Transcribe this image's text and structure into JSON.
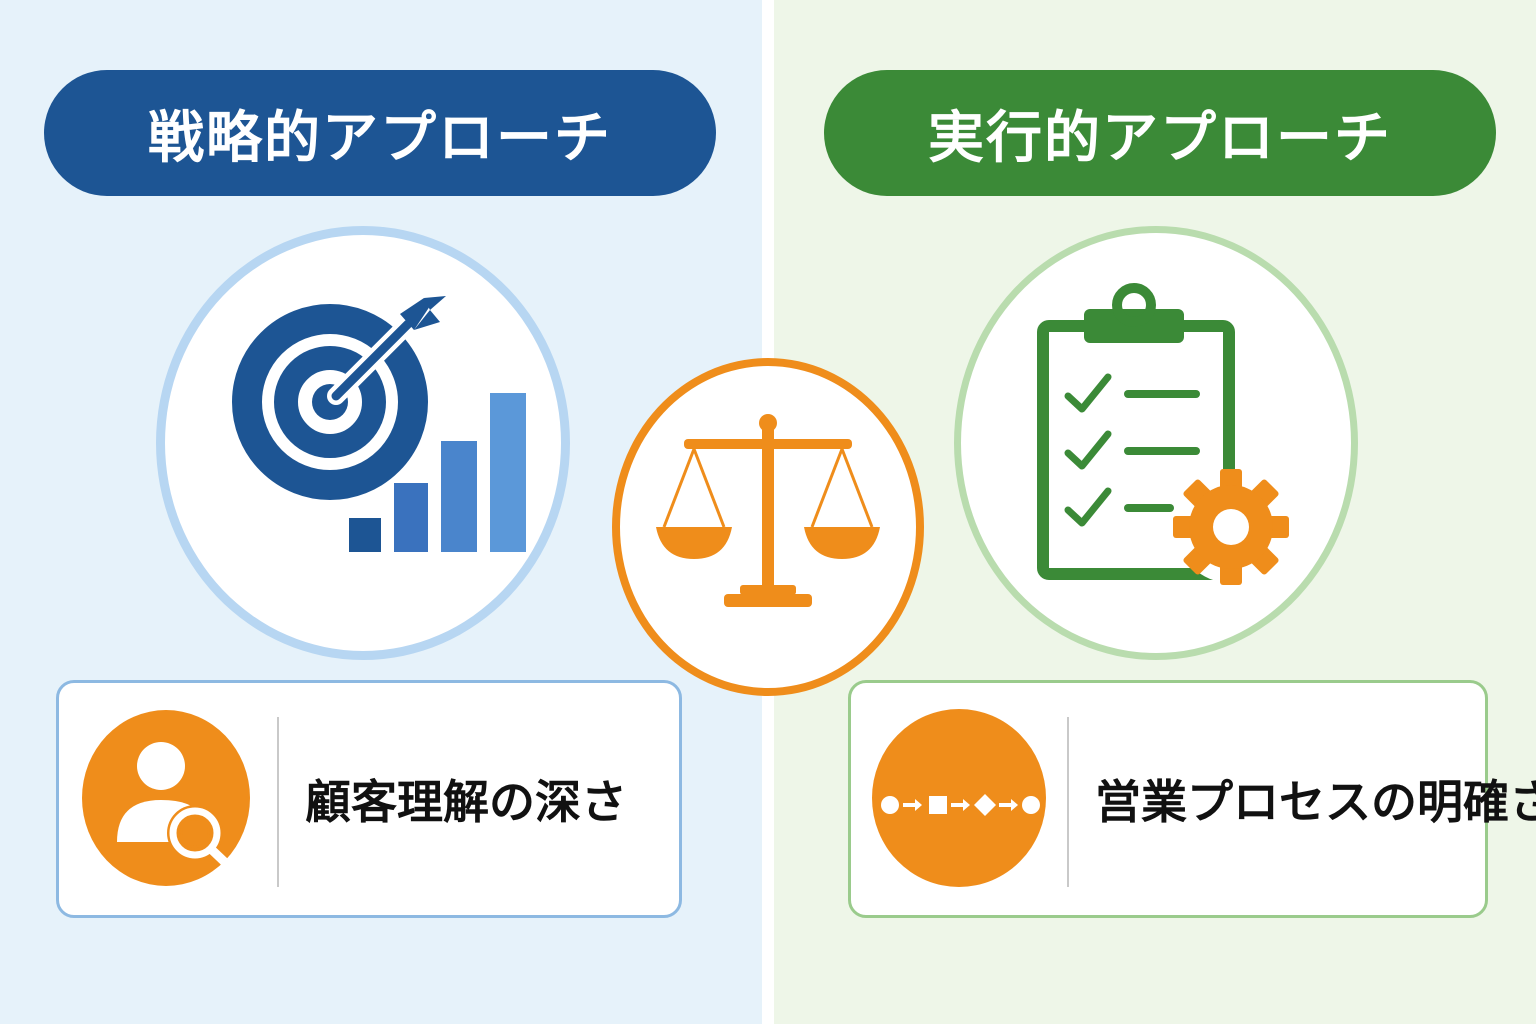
{
  "colors": {
    "left_background": "#e6f2fa",
    "right_background": "#eef6e8",
    "strategic_blue": "#1d5594",
    "execution_green": "#3b8a37",
    "accent_orange": "#ef8d1b",
    "left_circle_border": "#b7d6f2",
    "right_circle_border": "#b9dcae",
    "left_card_border": "#8db9e2",
    "right_card_border": "#9acb8c"
  },
  "left": {
    "title": "戦略的アプローチ",
    "main_icon": "target-growth-chart-icon",
    "card": {
      "icon": "customer-search-icon",
      "label": "顧客理解の深さ"
    }
  },
  "center": {
    "icon": "balance-scale-icon"
  },
  "right": {
    "title": "実行的アプローチ",
    "main_icon": "checklist-gear-icon",
    "card": {
      "icon": "process-flow-icon",
      "label": "営業プロセスの明確さ"
    }
  }
}
